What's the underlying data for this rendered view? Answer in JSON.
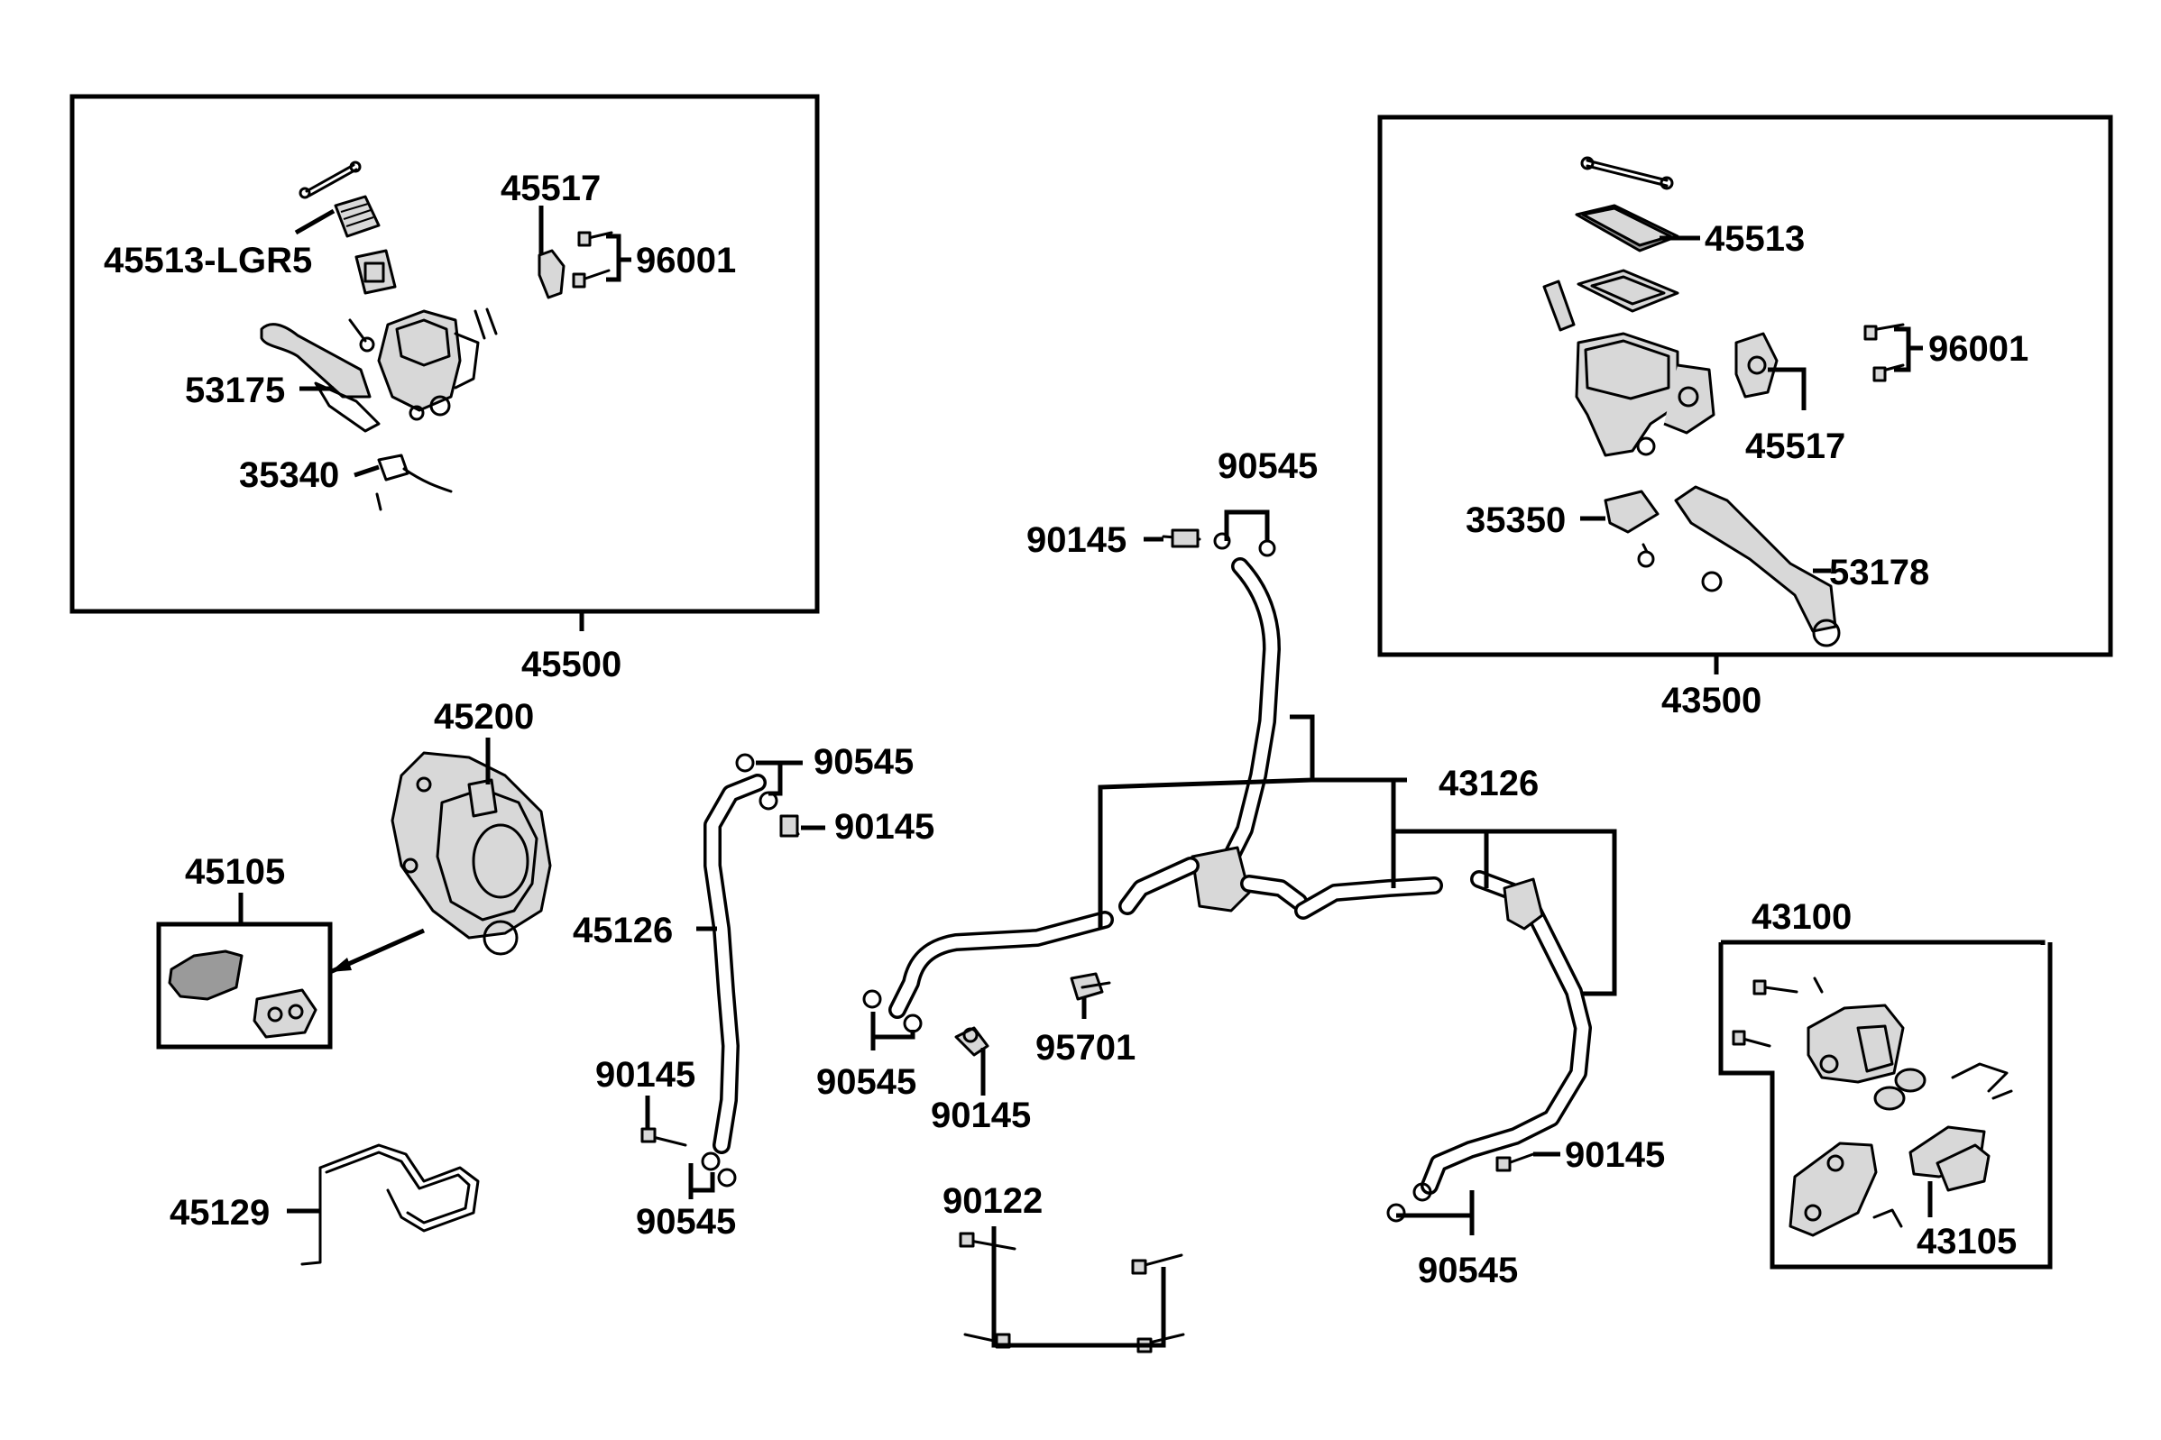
{
  "diagram": {
    "kind": "exploded parts diagram — hydraulic brake system",
    "callouts": {
      "c45500": "45500",
      "c45513LGR5": "45513-LGR5",
      "c45517a": "45517",
      "c96001a": "96001",
      "c53175": "53175",
      "c35340": "35340",
      "c43500": "43500",
      "c45513": "45513",
      "c96001b": "96001",
      "c45517b": "45517",
      "c35350": "35350",
      "c53178": "53178",
      "c45200": "45200",
      "c45105": "45105",
      "c45129": "45129",
      "c90545a": "90545",
      "c90145a": "90145",
      "c45126": "45126",
      "c90145b": "90145",
      "c90545b": "90545",
      "c90545c": "90545",
      "c90145c": "90145",
      "c43126": "43126",
      "c90545d": "90545",
      "c90145d": "90145",
      "c95701": "95701",
      "c90122": "90122",
      "c90145e": "90145",
      "c90545e": "90545",
      "c43100": "43100",
      "c43105": "43105"
    }
  }
}
